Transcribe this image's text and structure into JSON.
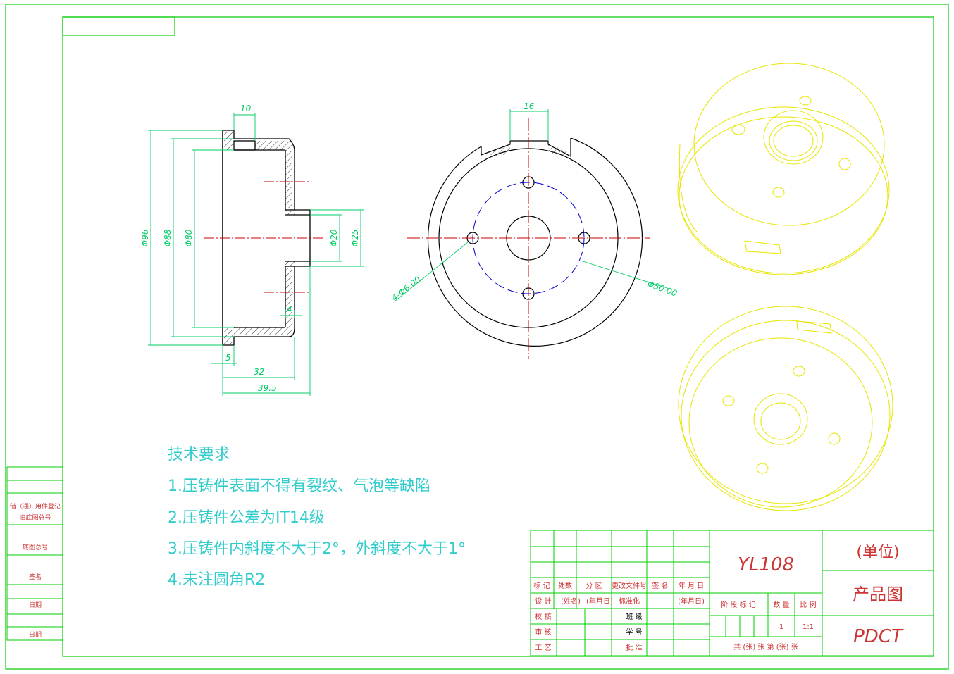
{
  "colors": {
    "border": "#00cc00",
    "outline": "#000000",
    "centerline": "#cc0000",
    "dimension": "#00cc66",
    "hidden": "#0000cc",
    "iso_view": "#e6e600",
    "notes": "#33cccc",
    "title_block_text": "#cc3333",
    "table_text": "#cc3333"
  },
  "side_view": {
    "dim_width_top": "10",
    "dim_d96": "Φ96",
    "dim_d88": "Φ88",
    "dim_d80": "Φ80",
    "dim_d20": "Φ20",
    "dim_d25": "Φ25",
    "dim_4": "4",
    "dim_5": "5",
    "dim_32": "32",
    "dim_39_5": "39.5"
  },
  "front_view": {
    "dim_slot_width": "16",
    "dim_holes": "4-Φ6.00",
    "dim_pcd": "Φ50.00"
  },
  "notes": {
    "heading": "技术要求",
    "items": [
      "1.压铸件表面不得有裂纹、气泡等缺陷",
      "2.压铸件公差为IT14级",
      "3.压铸件内斜度不大于2°，外斜度不大于1°",
      "4.未注圆角R2"
    ]
  },
  "left_strip": {
    "labels": [
      "借（通）用件登记",
      "旧底图总号",
      "底图总号",
      "签名",
      "日期",
      "日期"
    ]
  },
  "title_block": {
    "row_labels": [
      "标 记",
      "处数",
      "分 区",
      "更改文件号",
      "签 名",
      "年 月 日"
    ],
    "design_row": [
      "设 计",
      "(姓名)",
      "(年月日)",
      "标准化",
      "",
      "(年月日)"
    ],
    "check_label": "校 核",
    "review_label": "审 核",
    "process_label": "工 艺",
    "class_label": "班 级",
    "student_no_label": "学 号",
    "approve_label": "批 准",
    "stage_label": "阶 段 标 记",
    "quantity_label": "数 量",
    "scale_label": "比 例",
    "quantity": "1",
    "scale": "1:1",
    "sheet_info": "共  (张)  张      第  (张)  张",
    "part_code": "YL108",
    "unit": "(单位)",
    "drawing_name": "产品图",
    "material": "PDCT"
  }
}
